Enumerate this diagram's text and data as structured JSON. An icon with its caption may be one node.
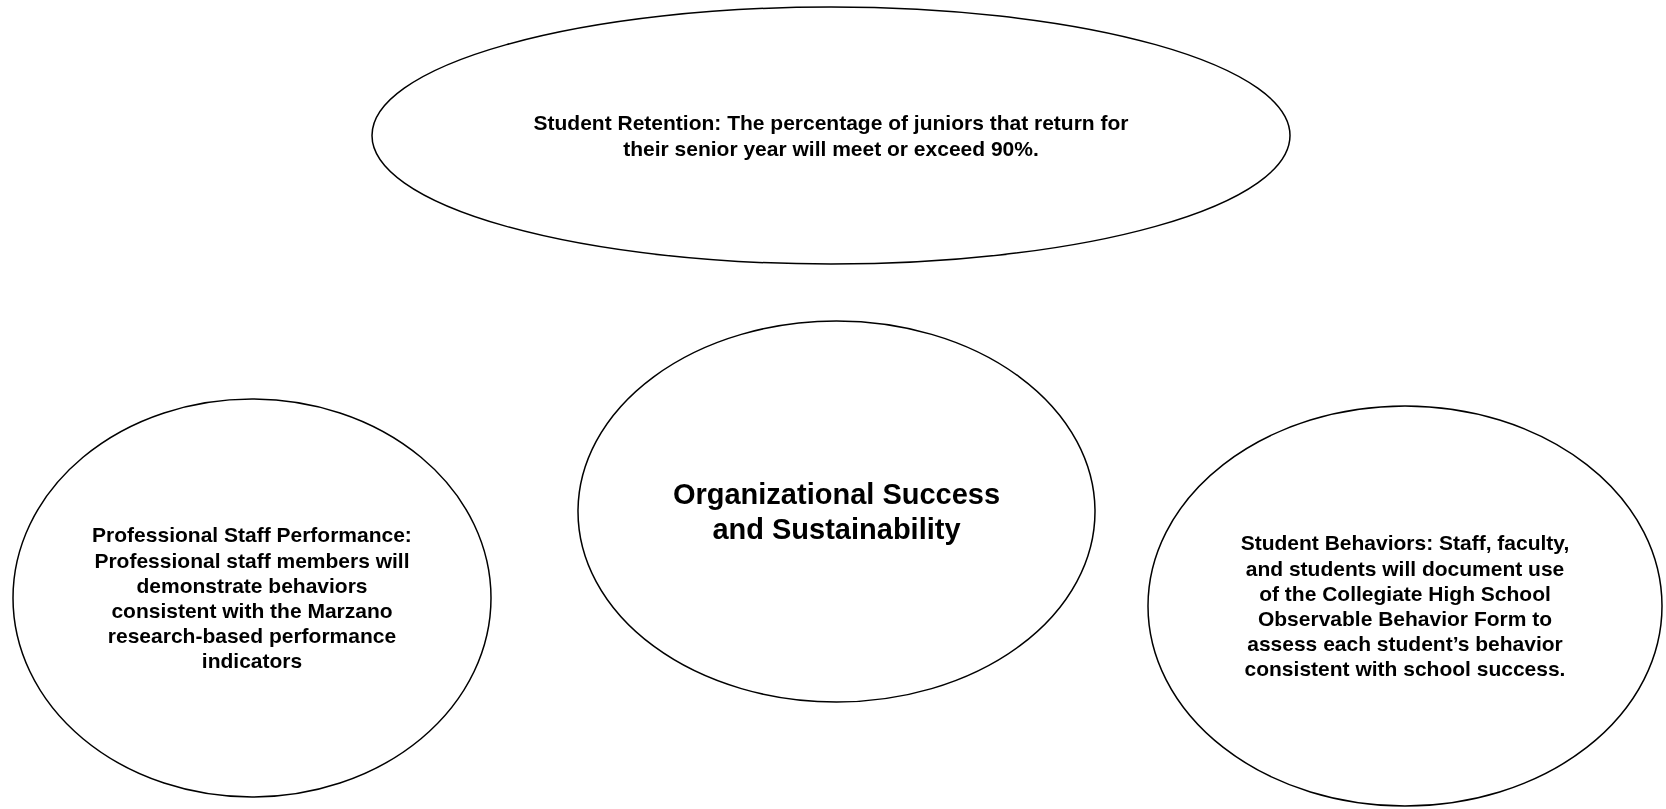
{
  "diagram": {
    "nodes": [
      {
        "text": [
          "Student Retention: The percentage of juniors that return for their senior year will meet or exceed 90%."
        ]
      },
      {
        "text": [
          "Professional Staff Performance: Professional staff members will demonstrate behaviors consistent with the Marzano research-based performance indicators"
        ]
      },
      {
        "text": [
          "Organizational Success and Sustainability"
        ]
      },
      {
        "text": [
          "Student Behaviors: Staff, faculty, and students will document use of the Collegiate High School Observable Behavior Form to assess each student’s behavior consistent with school success."
        ]
      }
    ]
  }
}
